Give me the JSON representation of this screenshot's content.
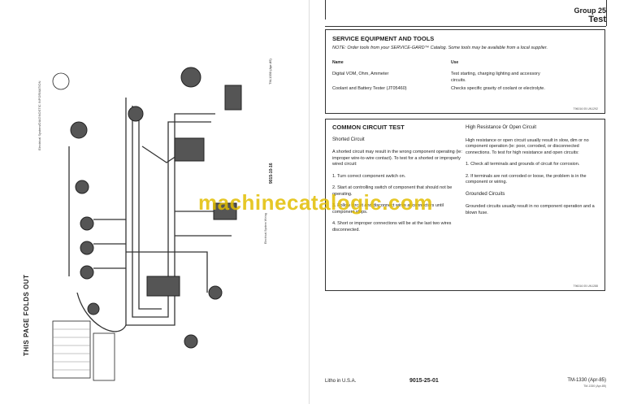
{
  "left_page": {
    "fold_notice": "THIS PAGE FOLDS OUT",
    "side_heading": "Electrical System/DIAGNOSTIC INFORMATION",
    "page_code": "9015-10-16",
    "tm_code": "TM-1330 (Apr-85)",
    "caption": "Electrical System Wiring"
  },
  "header": {
    "group": "Group 25",
    "section": "Test"
  },
  "service_equipment": {
    "title": "SERVICE EQUIPMENT AND TOOLS",
    "note": "NOTE: Order tools from your SERVICE-GARD™ Catalog. Some tools may be available from a local supplier.",
    "col_name": "Name",
    "col_use": "Use",
    "rows": [
      {
        "name": "Digital VOM, Ohm, Ammeter",
        "use": "Test starting, charging lighting and accessory circuits."
      },
      {
        "name": "Coolant and Battery Tester (JT05460)",
        "use": "Checks specific gravity of coolant or electrolyte."
      }
    ],
    "ref": "T96016 05 UN1292"
  },
  "circuit_test": {
    "title": "COMMON CIRCUIT TEST",
    "shorted_heading": "Shorted Circuit",
    "shorted_p1": "A shorted circuit may result in the wrong component operating (ie: improper wire-to-wire contact). To test for a shorted or improperly wired circuit:",
    "shorted_p2": "1. Turn correct component switch on.",
    "shorted_p3": "2. Start at controlling switch of component that should not be operating.",
    "shorted_p4": "3. Follow circuit and disconnect wires at connectors until component stops.",
    "shorted_p5": "4. Short or improper connections will be at the last two wires disconnected.",
    "high_heading": "High Resistance Or Open Circuit",
    "high_p1": "High resistance or open circuit usually result in slow, dim or no component operation (ie: poor, corroded, or disconnected connections. To test for high resistance and open circuits:",
    "high_p2": "1. Check all terminals and grounds of circuit for corrosion.",
    "high_p3": "2. If terminals are not corroded or loose, the problem is in the component or wiring.",
    "grounded_heading": "Grounded Circuits",
    "grounded_p1": "Grounded circuits usually result in no component operation and a blown fuse.",
    "ref": "T96016 05 UN1288"
  },
  "footer": {
    "litho": "Litho in U.S.A.",
    "page_code": "9015-25-01",
    "tm": "TM-1330 (Apr-85)",
    "tm_sub": "TM-1330 (Apr-85)"
  },
  "watermark": "machinecatalogic.com",
  "colors": {
    "watermark": "#e2bd00",
    "ink": "#222222"
  }
}
